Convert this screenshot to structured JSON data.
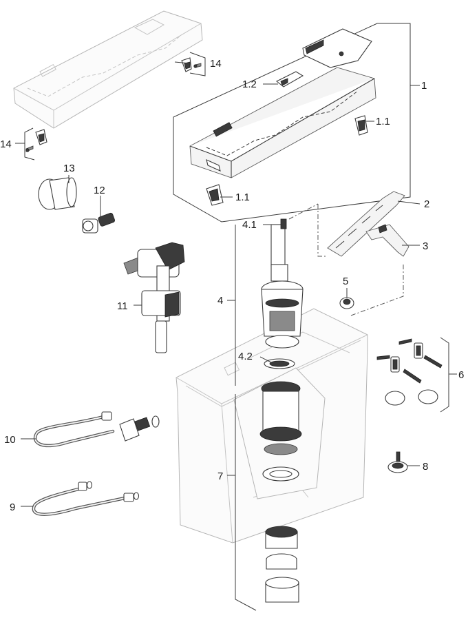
{
  "callouts": {
    "c1": "1",
    "c1_1a": "1.1",
    "c1_1b": "1.1",
    "c1_2": "1.2",
    "c2": "2",
    "c3": "3",
    "c4": "4",
    "c4_1": "4.1",
    "c4_2": "4.2",
    "c5": "5",
    "c6": "6",
    "c7": "7",
    "c8": "8",
    "c9": "9",
    "c10": "10",
    "c11": "11",
    "c12": "12",
    "c13": "13",
    "c14a": "14",
    "c14b": "14"
  }
}
